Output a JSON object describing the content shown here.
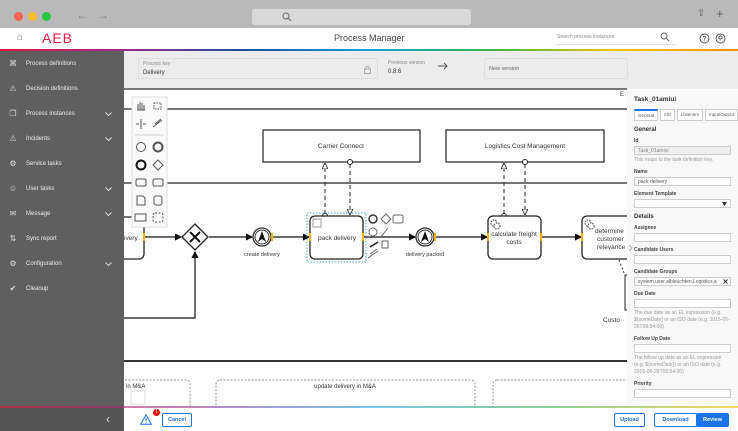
{
  "browser": {
    "back": "←",
    "forward": "→",
    "share": "⇪",
    "new_tab": "+"
  },
  "header": {
    "logo": "AEB",
    "title": "Process Manager",
    "search_placeholder": "Search process instances"
  },
  "sidebar": {
    "items": [
      {
        "label": "Process definitions",
        "icon": "process-definitions-icon",
        "glyph": "⌘",
        "expandable": false
      },
      {
        "label": "Decision definitions",
        "icon": "decision-icon",
        "glyph": "⚠",
        "expandable": false
      },
      {
        "label": "Process instances",
        "icon": "instances-icon",
        "glyph": "❐",
        "expandable": true
      },
      {
        "label": "Incidents",
        "icon": "incident-icon",
        "glyph": "⚠",
        "expandable": true
      },
      {
        "label": "Service tasks",
        "icon": "gear-icon",
        "glyph": "⚙",
        "expandable": false
      },
      {
        "label": "User tasks",
        "icon": "user-icon",
        "glyph": "☺",
        "expandable": true
      },
      {
        "label": "Message",
        "icon": "mail-icon",
        "glyph": "✉",
        "expandable": true
      },
      {
        "label": "Sync report",
        "icon": "sync-icon",
        "glyph": "⇅",
        "expandable": false
      },
      {
        "label": "Configuration",
        "icon": "gear-icon",
        "glyph": "⚙",
        "expandable": true
      },
      {
        "label": "Cleanup",
        "icon": "broom-icon",
        "glyph": "✔",
        "expandable": false
      }
    ],
    "collapse": "‹"
  },
  "form": {
    "process_key_label": "Process key",
    "process_key": "Delivery",
    "previous_version_label": "Previous version",
    "previous_version": "0.8.6",
    "new_version_placeholder": "New version"
  },
  "diagram": {
    "pools": [
      "Carrier Connect",
      "Logistics Cost Management"
    ],
    "tasks": [
      "ivery",
      "pack delivery",
      "calculate freight costs",
      "determine customer relevance"
    ],
    "events": [
      "create delivery",
      "delivery packed"
    ],
    "partial_label": "Custo",
    "bottom_left": "in M&A",
    "bottom_mid": "update delivery in M&A",
    "edge_marker": "E"
  },
  "properties": {
    "title": "Task_01amiui",
    "tabs": [
      "General",
      "nXt",
      "Listeners",
      "Input/Output"
    ],
    "section_general": "General",
    "id_label": "Id",
    "id_value": "Task_01amiui",
    "id_hint": "This maps to the task definition key.",
    "name_label": "Name",
    "name_value": "pack delivery",
    "template_label": "Element Template",
    "section_details": "Details",
    "assignee_label": "Assignee",
    "candidate_users_label": "Candidate Users",
    "candidate_groups_label": "Candidate Groups",
    "candidate_groups_value": "system,user,albleuchten,Logistics,a",
    "due_date_label": "Due Date",
    "due_date_hint": "The due date as an EL expression (e.g. ${someDate} or an ISO date (e.g. 2015-06-26T09:54:00)",
    "follow_up_label": "Follow Up Date",
    "follow_up_hint": "The follow up date as an EL expression (e.g. ${someDate}) or an ISO date (e.g. 2015-06-26T09:54:00)",
    "priority_label": "Priority"
  },
  "footer": {
    "warning_count": "1",
    "cancel": "Cancel",
    "upload": "Upload",
    "download": "Download",
    "review": "Review"
  },
  "colors": {
    "accent": "#1a73e8",
    "brand": "#e5173f",
    "sidebar": "#5f5f5f",
    "warning_badge": "#e00000"
  }
}
